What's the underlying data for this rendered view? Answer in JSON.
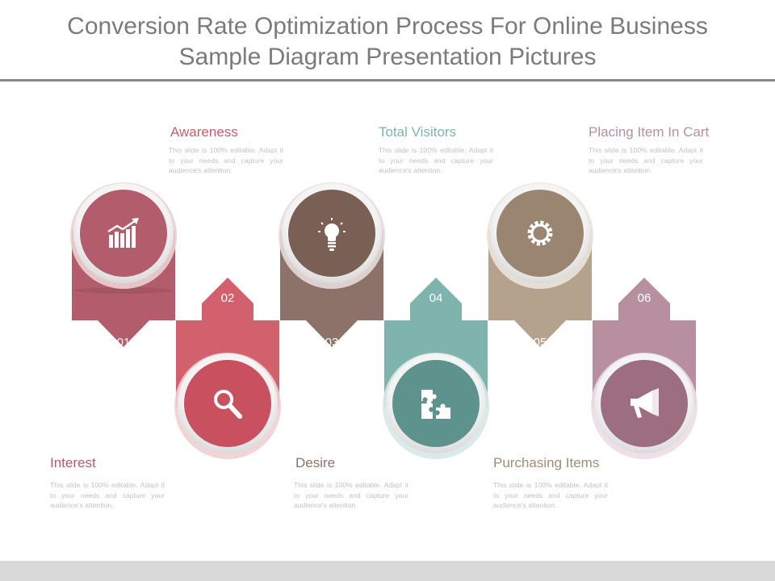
{
  "title": {
    "line1": "Conversion Rate Optimization Process For Online Business",
    "line2": "Sample Diagram Presentation Pictures"
  },
  "colors": {
    "step1": "#b35c6b",
    "step2": "#d2616d",
    "step3": "#8c7268",
    "step4": "#7fb3ae",
    "step5": "#b4a28d",
    "step6": "#b88f9f"
  },
  "steps": [
    {
      "number": "01",
      "label": "Awareness",
      "icon": "chart-icon",
      "description": "This slide is 100% editable. Adapt it to your needs and capture your audience's attention."
    },
    {
      "number": "02",
      "label": "Interest",
      "icon": "magnifier-icon",
      "description": "This slide is 100% editable. Adapt it to your needs and capture your audience's attention."
    },
    {
      "number": "03",
      "label": "Total Visitors",
      "icon": "lightbulb-icon",
      "description": "This slide is 100% editable. Adapt it to your needs and capture your audience's attention."
    },
    {
      "number": "04",
      "label": "Desire",
      "icon": "puzzle-icon",
      "description": "This slide is 100% editable. Adapt it to your needs and capture your audience's attention."
    },
    {
      "number": "05",
      "label": "Placing Item In Cart",
      "icon": "gear-icon",
      "description": "This slide is 100% editable. Adapt it to your needs and capture your audience's attention."
    },
    {
      "number": "06",
      "label": "Purchasing Items",
      "icon": "megaphone-icon",
      "description": "This slide is 100% editable. Adapt it to your needs and capture your audience's attention."
    }
  ]
}
